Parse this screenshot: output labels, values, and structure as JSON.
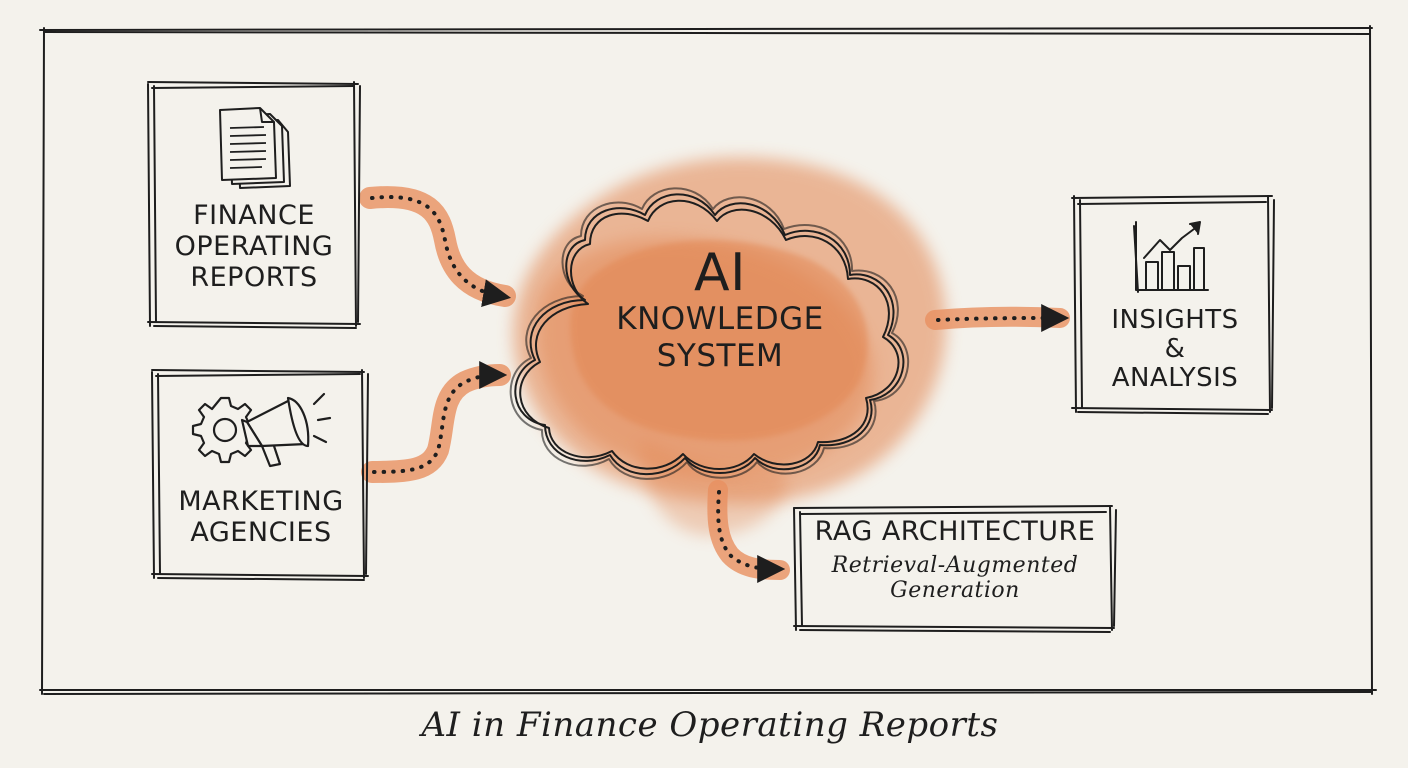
{
  "colors": {
    "background": "#f4f2ec",
    "ink": "#1e1e1e",
    "accent": "#e2844f"
  },
  "nodes": {
    "finance_reports": {
      "line1": "FINANCE",
      "line2": "OPERATING",
      "line3": "REPORTS",
      "icon": "documents-icon"
    },
    "marketing_agencies": {
      "line1": "MARKETING",
      "line2": "AGENCIES",
      "icon": "gear-megaphone-icon"
    },
    "ai_knowledge": {
      "line1": "AI",
      "line2": "KNOWLEDGE",
      "line3": "SYSTEM"
    },
    "insights": {
      "line1": "INSIGHTS",
      "line2": "&",
      "line3": "ANALYSIS",
      "icon": "bar-chart-trend-icon"
    },
    "rag": {
      "title": "RAG ARCHITECTURE",
      "sub1": "Retrieval-Augmented",
      "sub2": "Generation"
    }
  },
  "caption": "AI in Finance Operating Reports"
}
